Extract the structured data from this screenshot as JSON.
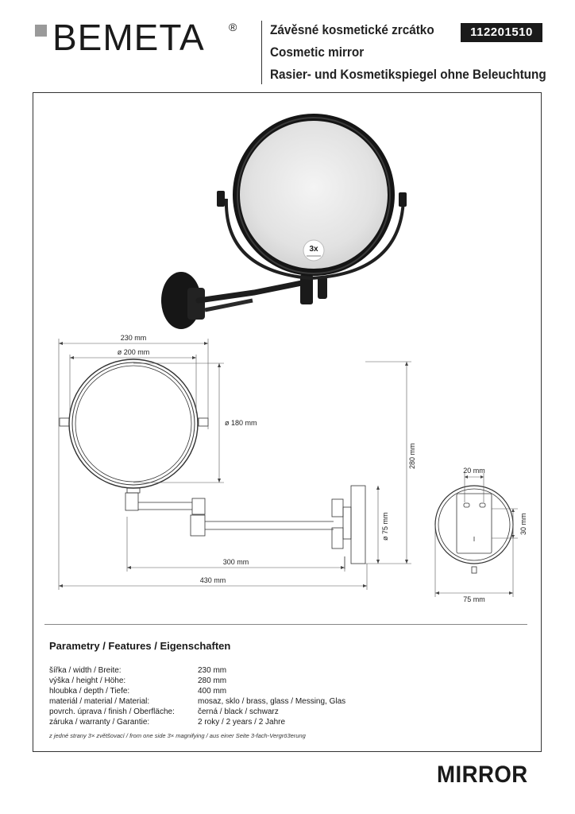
{
  "header": {
    "brand": "BEMETA",
    "brand_reg": "®",
    "titles": [
      "Závěsné kosmetické zrcátko",
      "Cosmetic mirror",
      "Rasier- und Kosmetikspiegel ohne Beleuchtung"
    ],
    "product_code": "112201510"
  },
  "product_photo": {
    "magnification_badge": "3x"
  },
  "drawing": {
    "dims": {
      "width_overall": "230 mm",
      "mirror_diameter": "ø 200 mm",
      "inner_diameter": "ø 180 mm",
      "height": "280 mm",
      "base_diameter": "ø 75 mm",
      "arm_length": "300 mm",
      "depth": "430 mm",
      "plate_width": "20 mm",
      "plate_height": "30 mm",
      "plate_diameter": "75 mm"
    }
  },
  "specs": {
    "heading": "Parametry / Features / Eigenschaften",
    "rows": [
      {
        "label": "šířka / width / Breite:",
        "value": "230 mm"
      },
      {
        "label": "výška / height / Höhe:",
        "value": "280 mm"
      },
      {
        "label": "hloubka / depth / Tiefe:",
        "value": "400 mm"
      },
      {
        "label": "materiál / material / Material:",
        "value": "mosaz, sklo / brass, glass / Messing, Glas"
      },
      {
        "label": "povrch. úprava / finish / Oberfläche:",
        "value": "černá / black / schwarz"
      },
      {
        "label": "záruka / warranty / Garantie:",
        "value": "2 roky / 2 years / 2 Jahre"
      }
    ],
    "footnote": "z jedné strany 3× zvětšovací / from one side 3× magnifying / aus einer Seite 3-fach-Vergrö3erung"
  },
  "footer": {
    "category": "MIRROR"
  }
}
